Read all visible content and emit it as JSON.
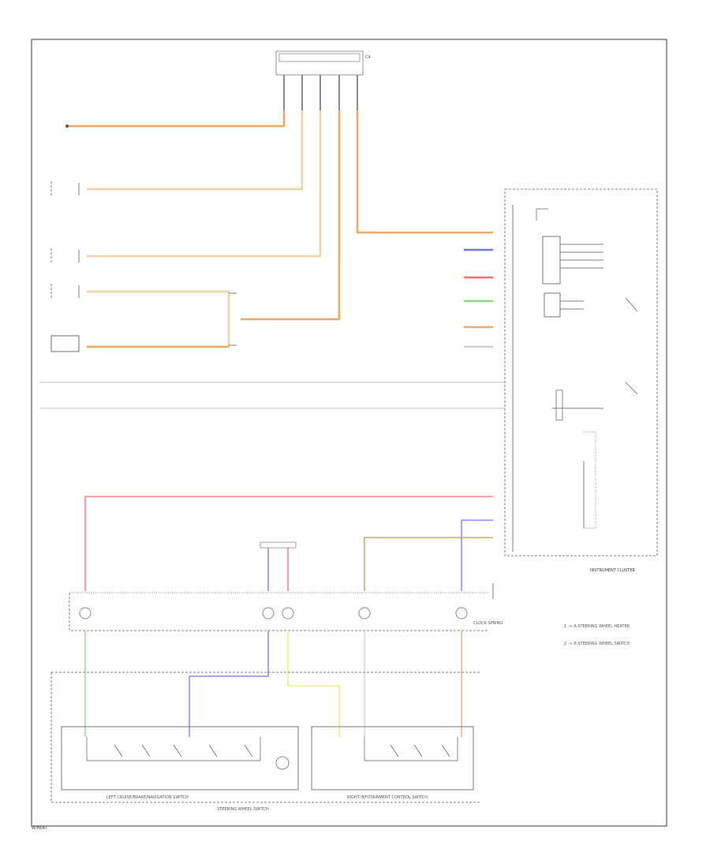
{
  "colors": {
    "orange": "#f0a860",
    "tan": "#ecd3a6",
    "red": "#ef6b6b",
    "green": "#85d685",
    "blue": "#7373e6",
    "yellow": "#ecec60",
    "olive": "#b39a40",
    "gray": "#cfcfcf"
  },
  "labels": {
    "connector_top": "C4",
    "cluster_title": "INSTRUMENT CLUSTER",
    "steering_sw": "STEERING WHEEL SWITCH",
    "clock_spring": "CLOCK SPRING",
    "left_switch": "LEFT CRUISE/BRAKE/NAVIGATION SWITCH",
    "right_switch": "RIGHT INFOTAINMENT CONTROL SWITCH",
    "note_1": "1 -> A STEERING WHEEL HEATER",
    "note_2": "2 -> B STEERING WHEEL SWITCH",
    "footer": "W/HEAT"
  }
}
